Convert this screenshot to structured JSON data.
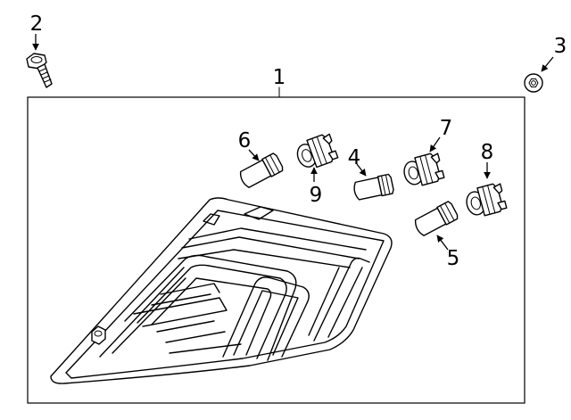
{
  "callouts": [
    {
      "id": "1",
      "label": "1",
      "part": "tail-lamp-assembly"
    },
    {
      "id": "2",
      "label": "2",
      "part": "screw"
    },
    {
      "id": "3",
      "label": "3",
      "part": "nut"
    },
    {
      "id": "4",
      "label": "4",
      "part": "bulb"
    },
    {
      "id": "5",
      "label": "5",
      "part": "bulb"
    },
    {
      "id": "6",
      "label": "6",
      "part": "bulb"
    },
    {
      "id": "7",
      "label": "7",
      "part": "socket"
    },
    {
      "id": "8",
      "label": "8",
      "part": "socket"
    },
    {
      "id": "9",
      "label": "9",
      "part": "socket"
    }
  ],
  "colors": {
    "line": "#000000",
    "background": "#ffffff"
  }
}
